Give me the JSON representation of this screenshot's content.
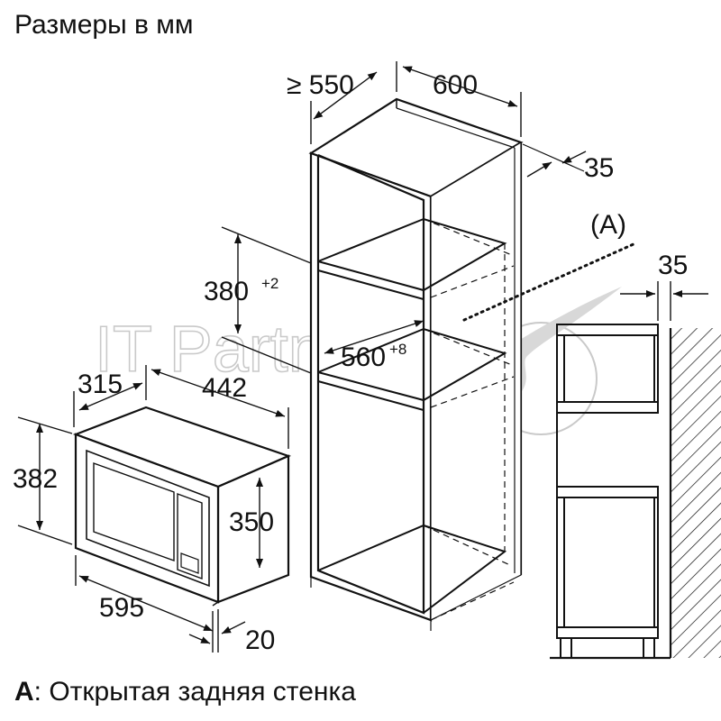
{
  "header": {
    "title": "Размеры в мм"
  },
  "diagram": {
    "cabinet_top": {
      "depth_label": "≥ 550",
      "width_label": "600",
      "side_label": "35"
    },
    "niche": {
      "height_main": "380",
      "height_tol": "+2",
      "width_main": "560",
      "width_tol": "+8"
    },
    "microwave": {
      "depth_label": "315",
      "width_label": "442",
      "height_label": "382",
      "inner_height_label": "350",
      "front_width_label": "595",
      "front_depth_label": "20"
    },
    "side_view": {
      "marker": "(A)",
      "gap_label": "35"
    }
  },
  "watermark": {
    "text": "IT Partner"
  },
  "footer": {
    "legend_key": "A",
    "legend_text": ": Открытая задняя стенка"
  },
  "colors": {
    "line": "#111111",
    "watermark": "#c8c8c8",
    "background": "#ffffff"
  }
}
